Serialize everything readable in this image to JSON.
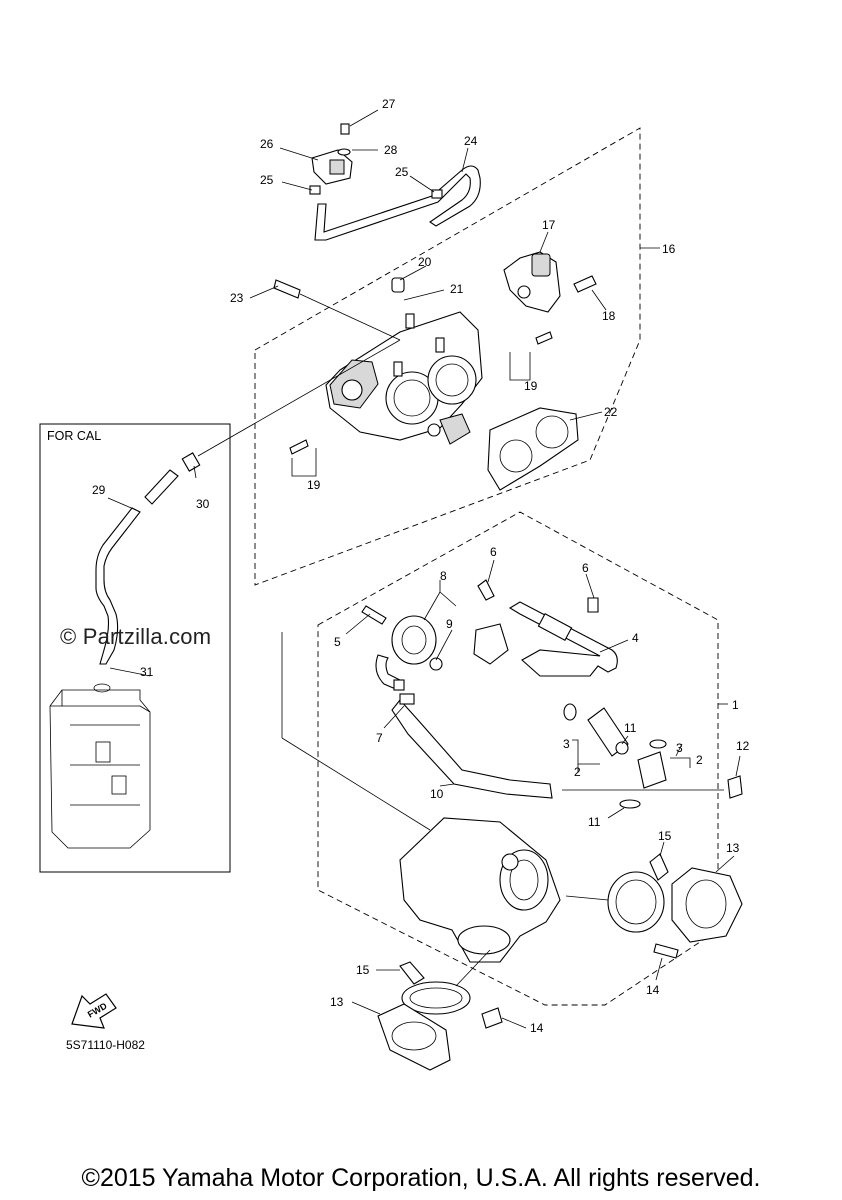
{
  "diagram": {
    "ref_code": "5S71110-H082",
    "box_title": "FOR CAL",
    "watermark": "© Partzilla.com",
    "fwd_label": "FWD",
    "copyright": "©2015 Yamaha Motor Corporation, U.S.A. All rights reserved."
  },
  "callouts": [
    {
      "id": "c27",
      "text": "27"
    },
    {
      "id": "c26",
      "text": "26"
    },
    {
      "id": "c28",
      "text": "28"
    },
    {
      "id": "c24",
      "text": "24"
    },
    {
      "id": "c25a",
      "text": "25"
    },
    {
      "id": "c25b",
      "text": "25"
    },
    {
      "id": "c17",
      "text": "17"
    },
    {
      "id": "c16",
      "text": "16"
    },
    {
      "id": "c20",
      "text": "20"
    },
    {
      "id": "c21",
      "text": "21"
    },
    {
      "id": "c23",
      "text": "23"
    },
    {
      "id": "c18",
      "text": "18"
    },
    {
      "id": "c19a",
      "text": "19"
    },
    {
      "id": "c22",
      "text": "22"
    },
    {
      "id": "c19b",
      "text": "19"
    },
    {
      "id": "c30",
      "text": "30"
    },
    {
      "id": "c29",
      "text": "29"
    },
    {
      "id": "c31",
      "text": "31"
    },
    {
      "id": "c6a",
      "text": "6"
    },
    {
      "id": "c8",
      "text": "8"
    },
    {
      "id": "c6b",
      "text": "6"
    },
    {
      "id": "c5",
      "text": "5"
    },
    {
      "id": "c9",
      "text": "9"
    },
    {
      "id": "c4",
      "text": "4"
    },
    {
      "id": "c1",
      "text": "1"
    },
    {
      "id": "c7",
      "text": "7"
    },
    {
      "id": "c11a",
      "text": "11"
    },
    {
      "id": "c3a",
      "text": "3"
    },
    {
      "id": "c3b",
      "text": "3"
    },
    {
      "id": "c2a",
      "text": "2"
    },
    {
      "id": "c2b",
      "text": "2"
    },
    {
      "id": "c12",
      "text": "12"
    },
    {
      "id": "c10",
      "text": "10"
    },
    {
      "id": "c11b",
      "text": "11"
    },
    {
      "id": "c15a",
      "text": "15"
    },
    {
      "id": "c13a",
      "text": "13"
    },
    {
      "id": "c14a",
      "text": "14"
    },
    {
      "id": "c15b",
      "text": "15"
    },
    {
      "id": "c13b",
      "text": "13"
    },
    {
      "id": "c14b",
      "text": "14"
    }
  ]
}
